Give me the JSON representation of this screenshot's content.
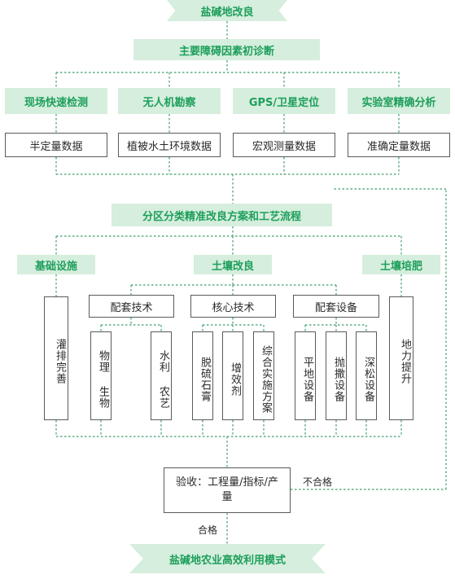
{
  "title_top": "盐碱地改良",
  "diagnosis": "主要障碍因素初诊断",
  "methods": [
    {
      "name": "现场快速检测",
      "data": "半定量数据"
    },
    {
      "name": "无人机勘察",
      "data": "植被水土环境数据"
    },
    {
      "name": "GPS/卫星定位",
      "data": "宏观测量数据"
    },
    {
      "name": "实验室精确分析",
      "data": "准确定量数据"
    }
  ],
  "plan": "分区分类精准改良方案和工艺流程",
  "categories": {
    "infrastructure": "基础设施",
    "soil_improve": "土壤改良",
    "soil_fertility": "土壤培肥"
  },
  "infra_item": "灌排完善",
  "fertility_item": "地力提升",
  "groups": {
    "support_tech": {
      "label": "配套技术",
      "items": [
        "物理 生物",
        "水利 农艺"
      ]
    },
    "core_tech": {
      "label": "核心技术",
      "items": [
        "脱硫石膏",
        "增效剂",
        "综合实施方案"
      ]
    },
    "support_equip": {
      "label": "配套设备",
      "items": [
        "平地设备",
        "抛撒设备",
        "深松设备"
      ]
    }
  },
  "acceptance": "验收：工程量/指标/产量",
  "fail_label": "不合格",
  "pass_label": "合格",
  "title_bottom": "盐碱地农业高效利用模式",
  "colors": {
    "green_fill": "#d6eedd",
    "green_text": "#1d9f5c",
    "line": "#3f9e6b"
  }
}
